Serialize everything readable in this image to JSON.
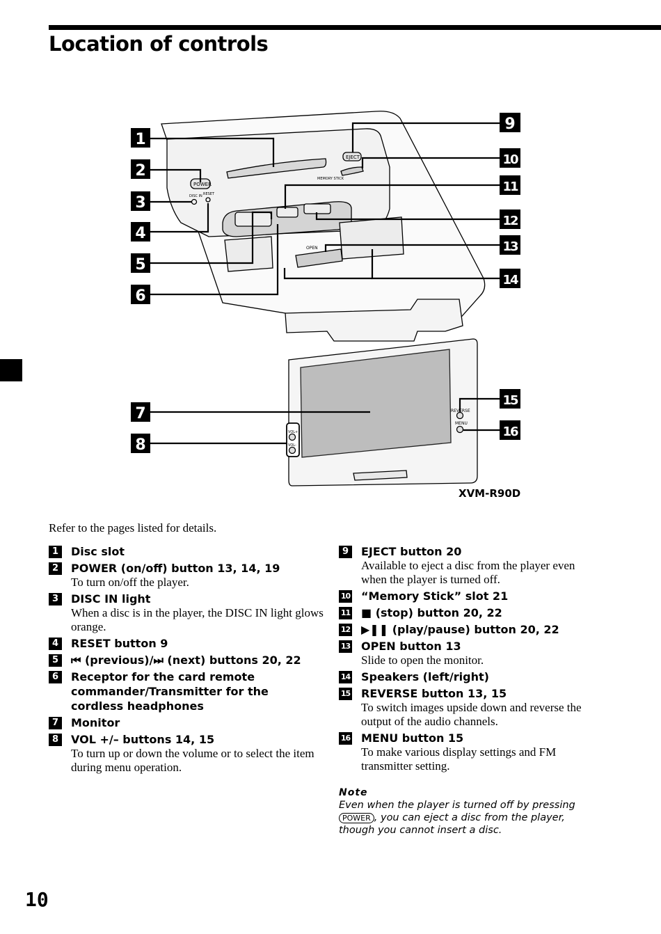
{
  "page": {
    "title": "Location of controls",
    "page_number": "10"
  },
  "figure": {
    "model": "XVM-R90D",
    "device_labels": {
      "eject": "EJECT",
      "memory_stick": "MEMORY STICK",
      "power": "POWER",
      "disc_in": "DISC IN",
      "reset": "RESET",
      "open": "OPEN",
      "reverse": "REVERSE",
      "menu": "MENU",
      "vol_plus": "VOL+",
      "vol_minus": "VOL-"
    },
    "callouts": [
      "1",
      "2",
      "3",
      "4",
      "5",
      "6",
      "7",
      "8",
      "9",
      "10",
      "11",
      "12",
      "13",
      "14",
      "15",
      "16"
    ]
  },
  "intro": "Refer to the pages listed for details.",
  "items": [
    {
      "n": "1",
      "head": "Disc slot",
      "desc": ""
    },
    {
      "n": "2",
      "head": "POWER (on/off) button  13, 14, 19",
      "desc": "To turn on/off the player."
    },
    {
      "n": "3",
      "head": "DISC IN light",
      "desc": "When a disc is in the player, the DISC IN light glows orange."
    },
    {
      "n": "4",
      "head": "RESET button  9",
      "desc": ""
    },
    {
      "n": "5",
      "head": "⏮ (previous)/⏭ (next) buttons  20, 22",
      "desc": ""
    },
    {
      "n": "6",
      "head": "Receptor for the card remote commander/Transmitter for the cordless headphones",
      "desc": ""
    },
    {
      "n": "7",
      "head": "Monitor",
      "desc": ""
    },
    {
      "n": "8",
      "head": "VOL +/– buttons  14, 15",
      "desc": "To turn up or down the volume or to select the item during menu operation."
    },
    {
      "n": "9",
      "head": "EJECT button  20",
      "desc": "Available to eject a disc from the player even when the player is turned off."
    },
    {
      "n": "10",
      "head": "“Memory Stick” slot  21",
      "desc": ""
    },
    {
      "n": "11",
      "head": "■ (stop) button  20, 22",
      "desc": ""
    },
    {
      "n": "12",
      "head": "▶❚❚ (play/pause) button  20, 22",
      "desc": ""
    },
    {
      "n": "13",
      "head": "OPEN button  13",
      "desc": "Slide to open the monitor."
    },
    {
      "n": "14",
      "head": "Speakers (left/right)",
      "desc": ""
    },
    {
      "n": "15",
      "head": "REVERSE button  13, 15",
      "desc": "To switch images upside down and reverse the output of the audio channels."
    },
    {
      "n": "16",
      "head": "MENU button  15",
      "desc": "To make various display settings and FM transmitter setting."
    }
  ],
  "note": {
    "title": "Note",
    "text_before": "Even when the player is turned off by pressing ",
    "key": "POWER",
    "text_after": ", you can eject a disc from the player, though you cannot insert a disc."
  }
}
